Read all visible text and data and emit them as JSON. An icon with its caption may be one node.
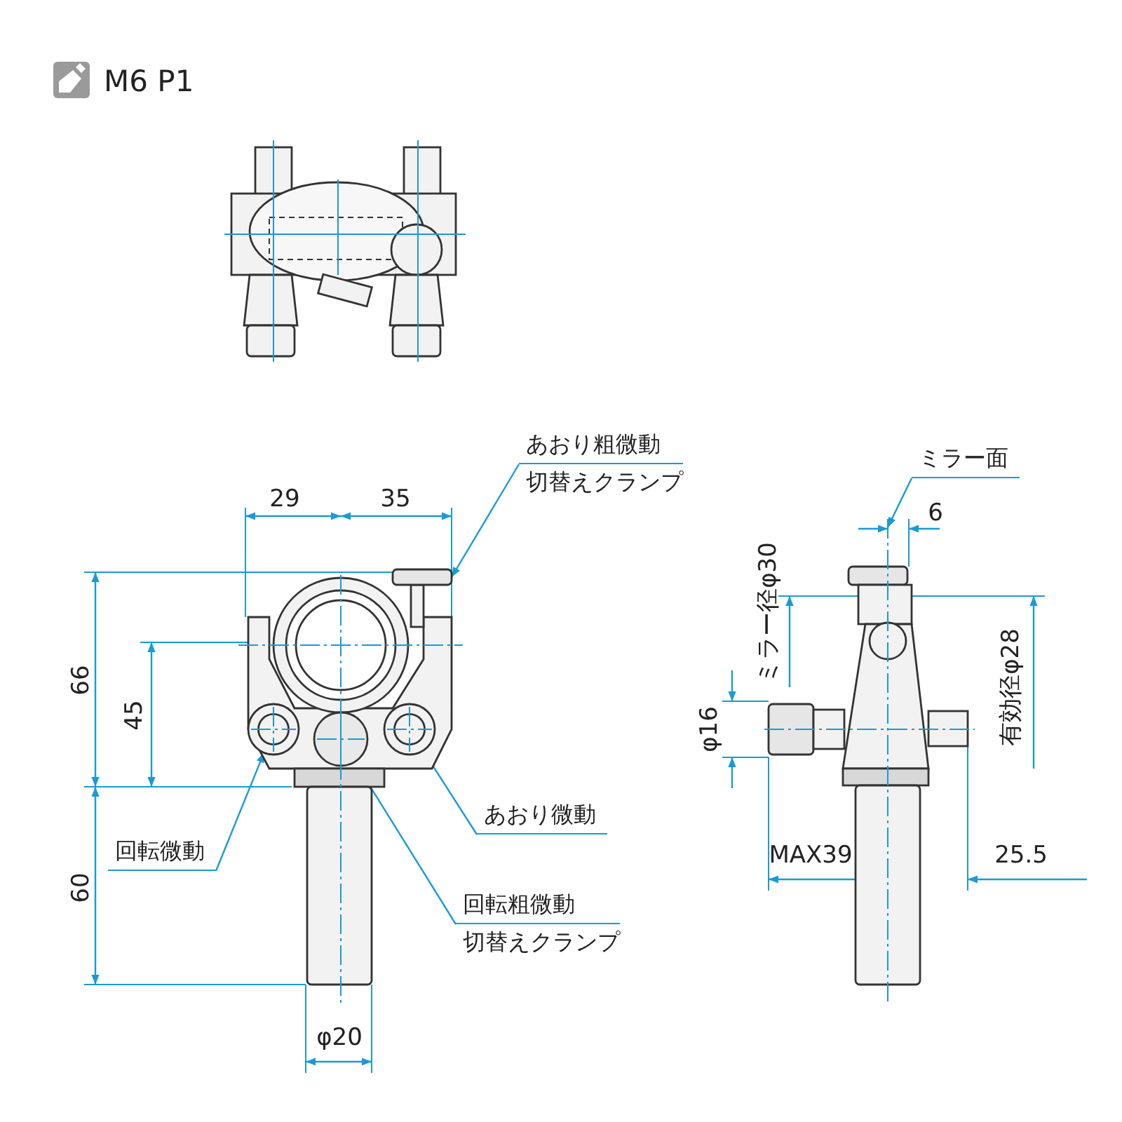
{
  "diagram": {
    "title": "M6 P1",
    "nodes": [
      {
        "text": [
          "あおり粗微動",
          "切替えクランプ"
        ]
      },
      {
        "text": [
          "あおり微動"
        ]
      },
      {
        "text": [
          "回転微動"
        ]
      },
      {
        "text": [
          "回転粗微動",
          "切替えクランプ"
        ]
      },
      {
        "text": [
          "ミラー面"
        ]
      },
      {
        "text": [],
        "shape": "box"
      },
      {
        "text": [],
        "shape": "circle"
      },
      {
        "text": [],
        "shape": "circle"
      },
      {
        "text": [],
        "shape": "circle"
      }
    ],
    "edges": [
      {
        "from": 0,
        "to": 5,
        "arrow": "to"
      },
      {
        "from": 1,
        "to": 8,
        "arrow": "to"
      },
      {
        "from": 2,
        "to": 6,
        "arrow": "to"
      },
      {
        "from": 3,
        "to": 7,
        "arrow": "to"
      },
      {
        "from": 4,
        "to": null,
        "arrow": "to"
      }
    ],
    "labels": [
      "29",
      "35",
      "6",
      "ミラー径φ30",
      "66",
      "45",
      "有効径φ28",
      "φ16",
      "MAX39",
      "25.5",
      "60",
      "φ20"
    ]
  }
}
